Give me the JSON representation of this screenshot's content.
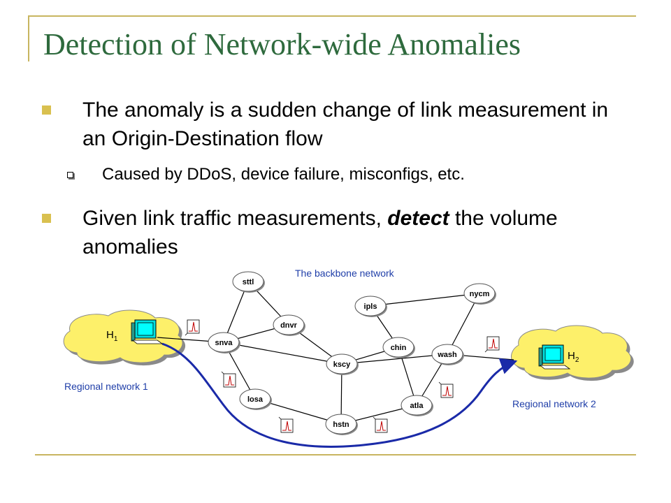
{
  "slide": {
    "title": "Detection of Network-wide Anomalies",
    "bullets": [
      {
        "text": "The anomaly is a sudden change of link measurement in an Origin-Destination flow"
      },
      {
        "prefix": "Given link traffic measurements, ",
        "emphasis": "detect",
        "suffix": " the volume anomalies"
      }
    ],
    "sub_bullet": "Caused by DDoS, device failure, misconfigs, etc.",
    "accent_color": "#2e6a3d",
    "bullet_color": "#d9c04f",
    "rule_color": "#c8b560"
  },
  "diagram": {
    "backbone_label": "The backbone network",
    "region1_label": "Regional network 1",
    "region2_label": "Regional network 2",
    "host1": {
      "letter": "H",
      "sub": "1"
    },
    "host2": {
      "letter": "H",
      "sub": "2"
    },
    "nodes": [
      "sttl",
      "dnvr",
      "snva",
      "kscy",
      "losa",
      "hstn",
      "atla",
      "chin",
      "ipls",
      "nycm",
      "wash"
    ],
    "flow_color": "#1a2aa8",
    "cloud_color": "#fdf06a",
    "label_color": "#1f3ea8"
  }
}
